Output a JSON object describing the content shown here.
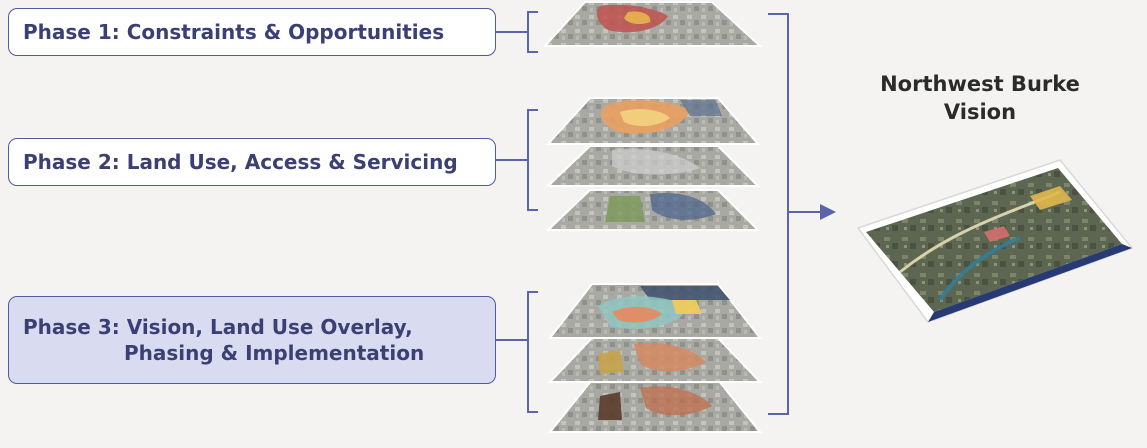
{
  "phases": [
    {
      "label": "Phase 1: Constraints & Opportunities"
    },
    {
      "label": "Phase 2: Land Use, Access & Servicing"
    },
    {
      "label_line1": "Phase 3: Vision, Land Use Overlay,",
      "label_line2": "Phasing & Implementation"
    }
  ],
  "result": {
    "title_line1": "Northwest Burke",
    "title_line2": "Vision"
  },
  "colors": {
    "box_border": "#4f5aa0",
    "connector": "#5a64a8",
    "phase3_fill": "#d9dcf0",
    "text": "#3a3f74"
  }
}
